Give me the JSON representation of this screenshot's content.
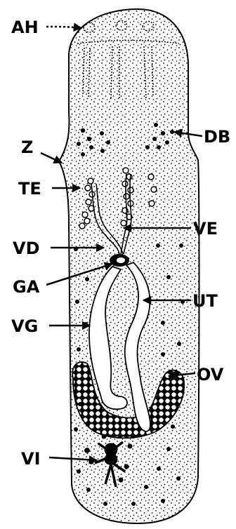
{
  "labels": {
    "ah": "AH",
    "db": "DB",
    "z": "Z",
    "te": "TE",
    "ve": "VE",
    "vd": "VD",
    "ga": "GA",
    "ut": "UT",
    "vg": "VG",
    "ov": "OV",
    "vi": "VI"
  },
  "colors": {
    "ink": "#000000",
    "paper": "#ffffff",
    "body_stipple": "#000000"
  }
}
